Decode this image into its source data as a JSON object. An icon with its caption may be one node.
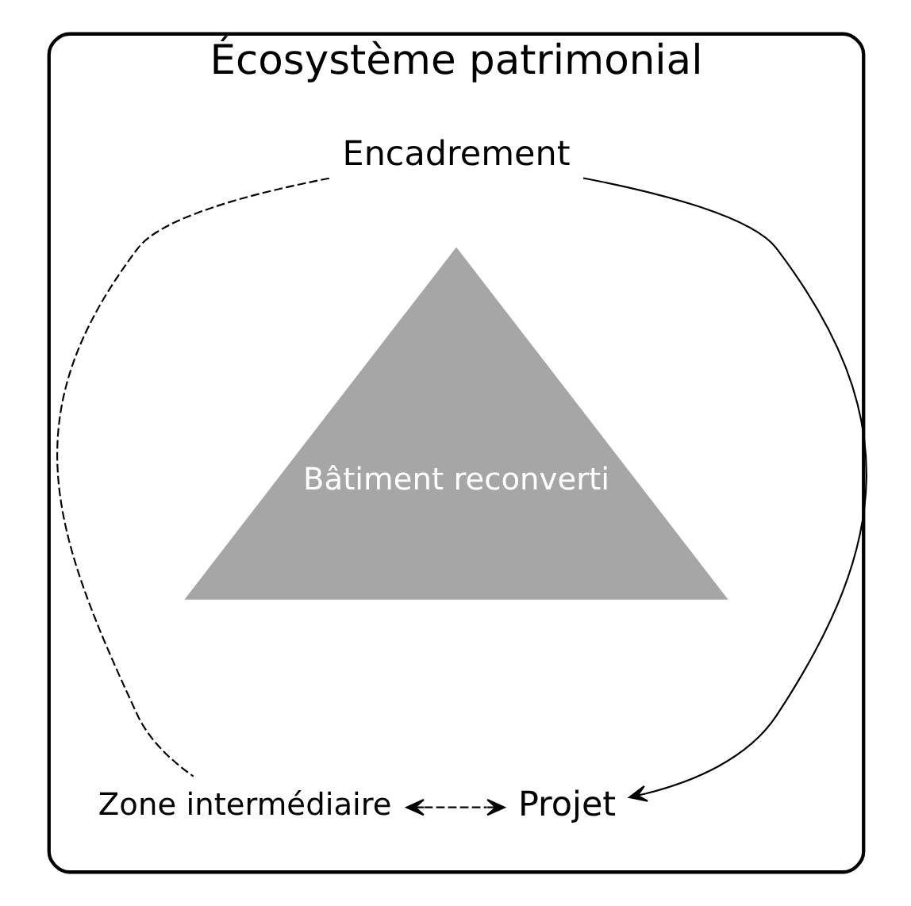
{
  "diagram": {
    "nodes": [
      {
        "text": [
          "Écosystème patrimonial"
        ]
      },
      {
        "text": [
          "Bâtiment reconverti"
        ],
        "in": 0
      },
      {
        "text": [
          "Encadrement"
        ],
        "in": 0
      },
      {
        "text": [
          "Projet"
        ],
        "in": 0
      },
      {
        "text": [
          "Zone intermédiaire"
        ],
        "in": 0
      }
    ],
    "edges": [
      {
        "from": 2,
        "to": 4,
        "arrow": "none",
        "style": "dashed"
      },
      {
        "from": 2,
        "to": 3,
        "arrow": "to"
      },
      {
        "from": 4,
        "to": 3,
        "arrow": "both",
        "style": "dashed"
      }
    ]
  }
}
